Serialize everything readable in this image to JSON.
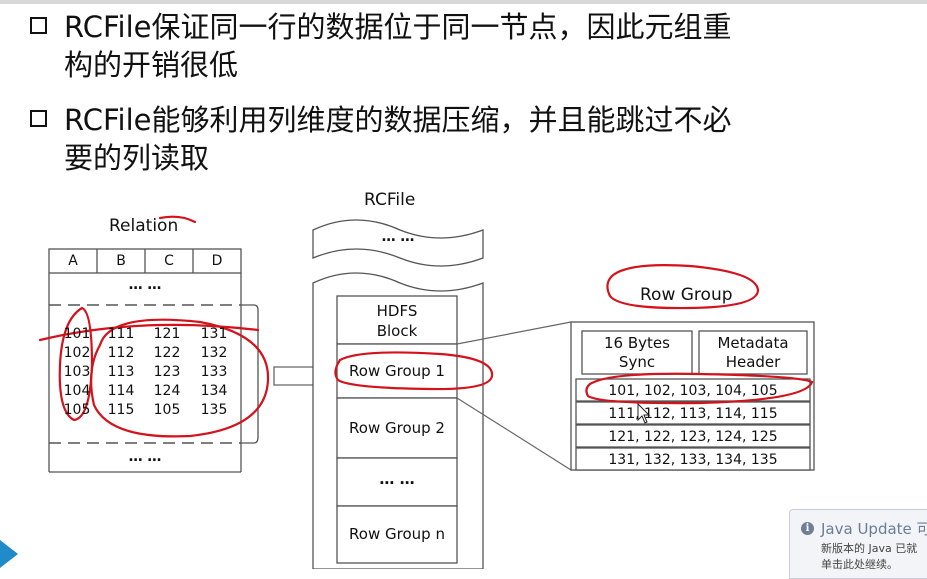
{
  "bullets": [
    {
      "lines": [
        "RCFile保证同一行的数据位于同一节点，因此元组重",
        "构的开销很低"
      ]
    },
    {
      "lines": [
        "RCFile能够利用列维度的数据压缩，并且能跳过不必",
        "要的列读取"
      ]
    }
  ],
  "relation": {
    "title": "Relation",
    "columns": [
      "A",
      "B",
      "C",
      "D"
    ],
    "ellipsis_top": "… …",
    "ellipsis_bottom": "… …",
    "rows": [
      [
        "101",
        "111",
        "121",
        "131"
      ],
      [
        "102",
        "112",
        "122",
        "132"
      ],
      [
        "103",
        "113",
        "123",
        "133"
      ],
      [
        "104",
        "114",
        "124",
        "134"
      ],
      [
        "105",
        "115",
        "105",
        "135"
      ]
    ]
  },
  "rcfile": {
    "title": "RCFile",
    "ellipsis_top": "… …",
    "hdfs_block": [
      "HDFS",
      "Block"
    ],
    "groups": [
      "Row Group 1",
      "Row Group 2",
      "… …",
      "Row Group n"
    ]
  },
  "row_group": {
    "title": "Row Group",
    "sync": [
      "16 Bytes",
      "Sync"
    ],
    "metadata": [
      "Metadata",
      "Header"
    ],
    "rows": [
      "101, 102, 103, 104, 105",
      "111, 112, 113, 114, 115",
      "121, 122, 123, 124, 125",
      "131, 132, 133, 134, 135"
    ]
  },
  "java_popup": {
    "icon": "info-icon",
    "title": "Java Update 可",
    "message": "新版本的 Java 已就",
    "click": "单击此处继续。"
  },
  "colors": {
    "annotation_red": "#d3121b",
    "border": "#555555",
    "java_title": "#6a7d96",
    "corner_accent": "#1f8bc9"
  }
}
